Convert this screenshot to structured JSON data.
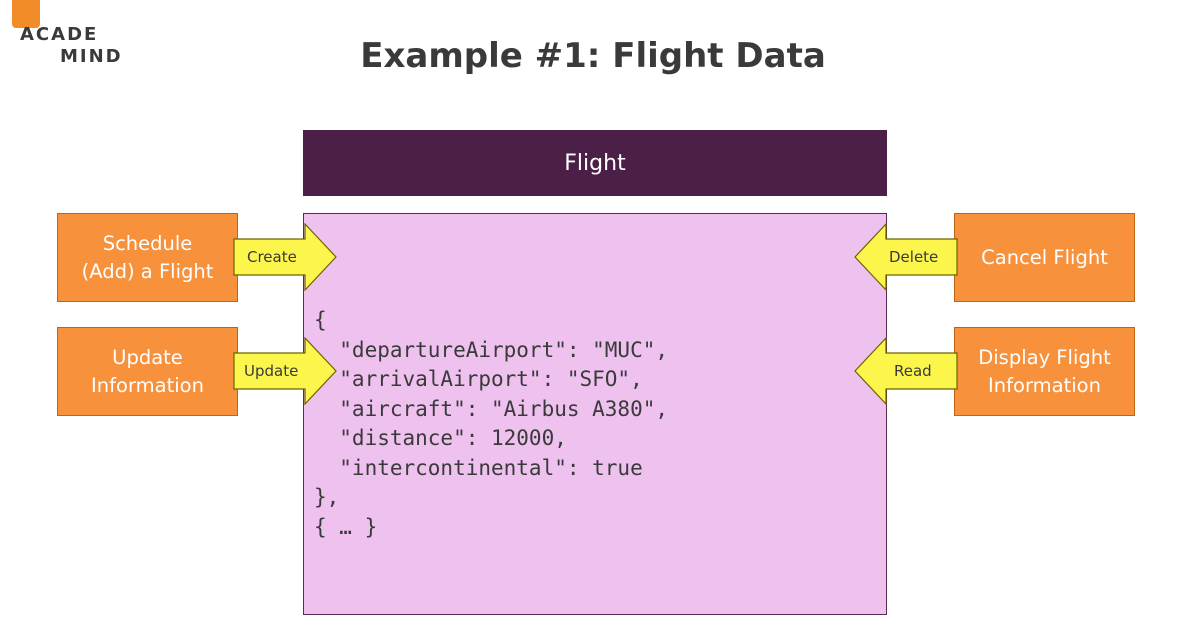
{
  "logo": {
    "line1": "ACADE",
    "line2": "MIND"
  },
  "title": "Example #1: Flight Data",
  "entity": {
    "name": "Flight"
  },
  "json_lines": [
    "{",
    "  \"departureAirport\": \"MUC\",",
    "  \"arrivalAirport\": \"SFO\",",
    "  \"aircraft\": \"Airbus A380\",",
    "  \"distance\": 12000,",
    "  \"intercontinental\": true",
    "},",
    "{ … }"
  ],
  "operations": {
    "create": {
      "box": "Schedule\n(Add) a Flight",
      "arrow": "Create"
    },
    "update": {
      "box": "Update\nInformation",
      "arrow": "Update"
    },
    "delete": {
      "box": "Cancel Flight",
      "arrow": "Delete"
    },
    "read": {
      "box": "Display Flight\nInformation",
      "arrow": "Read"
    }
  },
  "colors": {
    "header": "#4b1f47",
    "data_box": "#eec1ef",
    "operation_box": "#f7913c",
    "arrow": "#fcf54c",
    "logo_accent": "#f28c28"
  }
}
